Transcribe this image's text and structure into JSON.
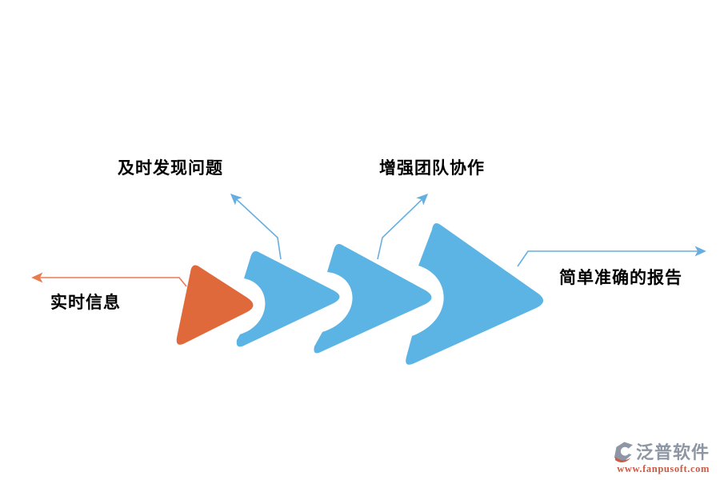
{
  "colors": {
    "orange": "#E0693C",
    "blue": "#5BB4E4",
    "orange_line": "#E87B50",
    "blue_line": "#66AEDF",
    "text": "#000000",
    "watermark_gray": "#8E96A5",
    "watermark_red": "#CC5B44"
  },
  "labels": {
    "top_left": "及时发现问题",
    "top_right": "增强团队协作",
    "left": "实时信息",
    "right": "简单准确的报告"
  },
  "watermark": {
    "brand": "泛普软件",
    "url": "www.fanpusoft.com"
  },
  "diagram": {
    "type": "process-arrow-sequence",
    "direction": "left-to-right",
    "steps": [
      {
        "shape": "orange-triangle",
        "color_key": "orange",
        "callout": "实时信息",
        "callout_side": "left"
      },
      {
        "shape": "blue-chevron-small",
        "color_key": "blue",
        "callout": "及时发现问题",
        "callout_side": "top-left"
      },
      {
        "shape": "blue-chevron-medium",
        "color_key": "blue",
        "callout": "增强团队协作",
        "callout_side": "top-right"
      },
      {
        "shape": "blue-chevron-large",
        "color_key": "blue",
        "callout": "简单准确的报告",
        "callout_side": "right"
      }
    ]
  }
}
